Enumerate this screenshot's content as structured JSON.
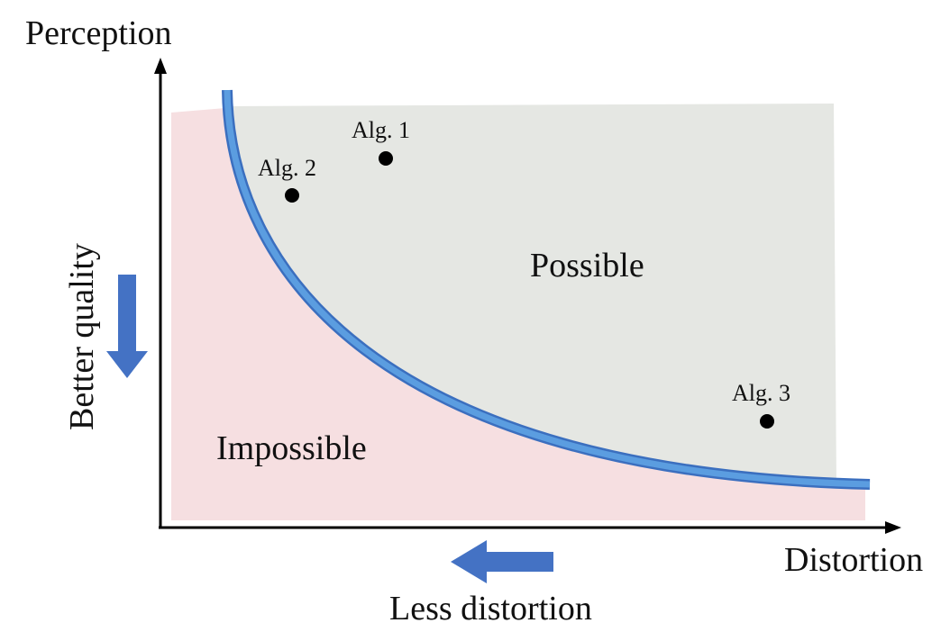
{
  "axes": {
    "y_label": "Perception",
    "x_label": "Distortion"
  },
  "directions": {
    "vertical": "Better quality",
    "horizontal": "Less distortion"
  },
  "regions": {
    "possible": "Possible",
    "impossible": "Impossible"
  },
  "algorithms": [
    {
      "label": "Alg. 1"
    },
    {
      "label": "Alg. 2"
    },
    {
      "label": "Alg. 3"
    }
  ],
  "colors": {
    "possible_fill": "#e5e7e3",
    "impossible_fill": "#f6dfe1",
    "curve": "#4a8fd6",
    "curve_edge": "#3b6fbf",
    "arrow": "#4472c4",
    "axis": "#000000",
    "point": "#000000"
  }
}
